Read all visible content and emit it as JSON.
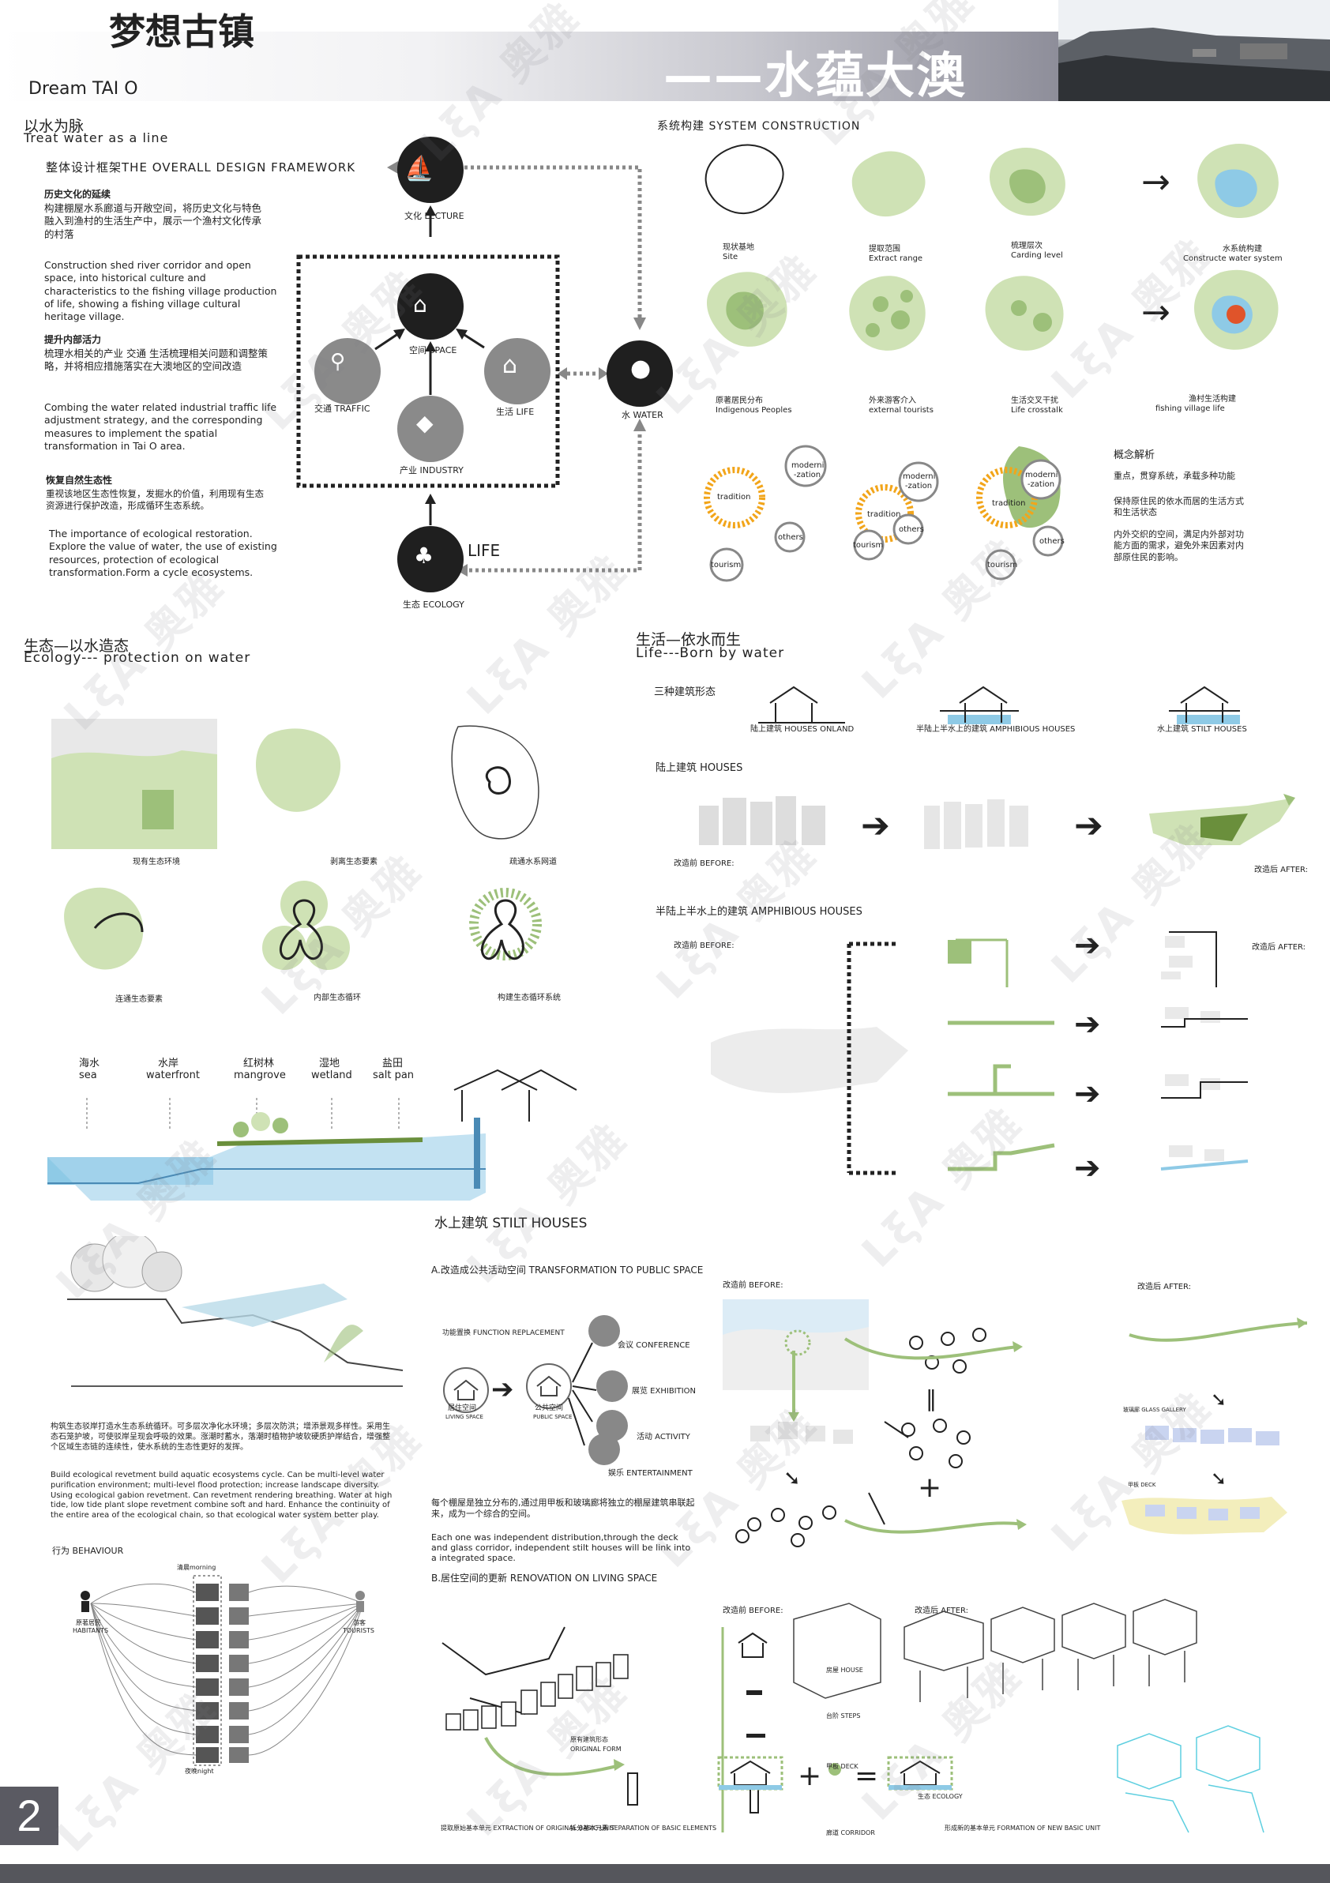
{
  "header": {
    "title_cn": "梦想古镇",
    "title_en": "Dream TAI O",
    "subtitle": "——水蕴大澳",
    "page_number": "2"
  },
  "sec1": {
    "title_cn": "以水为脉",
    "title_en": "Treat water as a line",
    "framework_title": "整体设计框架THE OVERALL DESIGN FRAMEWORK",
    "p1_cn_title": "历史文化的延续",
    "p1_cn": "构建棚屋水系廊道与开敞空间，将历史文化与特色融入到渔村的生活生产中，展示一个渔村文化传承的村落",
    "p1_en": "Construction shed river corridor and open space, into historical culture and characteristics to the fishing village production of life, showing a fishing village cultural heritage village.",
    "p2_cn_title": "提升内部活力",
    "p2_cn": "梳理水相关的产业 交通 生活梳理相关问题和调整策略，并将相应措施落实在大澳地区的空间改造",
    "p2_en": "Combing the water related industrial traffic life adjustment strategy, and the corresponding measures to implement the spatial transformation in Tai O area.",
    "p3_cn_title": "恢复自然生态性",
    "p3_cn": "重视该地区生态性恢复，发掘水的价值，利用现有生态资源进行保护改造，形成循环生态系统。",
    "p3_en": "The importance of ecological restoration. Explore the value of water, the use of existing resources, protection of ecological transformation.Form a cycle ecosystems.",
    "nodes": {
      "lecture": "文化 LECTURE",
      "space": "空间 SPACE",
      "traffic": "交通 TRAFFIC",
      "life": "生活 LIFE",
      "industry": "产业 INDUSTRY",
      "water": "水 WATER",
      "ecology": "生态 ECOLOGY",
      "life_big": "LIFE"
    }
  },
  "system": {
    "title": "系统构建 SYSTEM CONSTRUCTION",
    "site": [
      "现状基地",
      "Site"
    ],
    "extract": [
      "提取范围",
      "Extract range"
    ],
    "carding": [
      "梳理层次",
      "Carding level"
    ],
    "construct": [
      "水系统构建",
      "Constructe water system"
    ],
    "indigenous": [
      "原著居民分布",
      "Indigenous Peoples"
    ],
    "tourists": [
      "外来游客介入",
      "external tourists"
    ],
    "crosstalk": [
      "生活交叉干扰",
      "Life crosstalk"
    ],
    "fishing": [
      "渔村生活构建",
      "fishing village life"
    ],
    "concept_title": "概念解析",
    "concept_1": "重点，贯穿系统，承载多种功能",
    "concept_2": "保持原住民的依水而居的生活方式和生活状态",
    "concept_3": "内外交织的空间，满足内外部对功能方面的需求，避免外来因素对内部原住民的影响。",
    "rings": {
      "tradition": "tradition",
      "modernization": "moderni -zation",
      "others": "others",
      "tourism": "tourism"
    }
  },
  "ecology": {
    "title_cn": "生态—以水造态",
    "title_en": "Ecology--- protection on water",
    "maps": [
      "现有生态环境",
      "剥离生态要素",
      "疏通水系网道",
      "连通生态要素",
      "内部生态循环",
      "构建生态循环系统"
    ],
    "section_labels": [
      [
        "海水",
        "sea"
      ],
      [
        "水岸",
        "waterfront"
      ],
      [
        "红树林",
        "mangrove"
      ],
      [
        "湿地",
        "wetland"
      ],
      [
        "盐田",
        "salt pan"
      ]
    ]
  },
  "life": {
    "title_cn": "生活—依水而生",
    "title_en": "Life---Born by water",
    "three_forms": "三种建筑形态",
    "house_onland": "陆上建筑 HOUSES ONLAND",
    "house_amph": "半陆上半水上的建筑 AMPHIBIOUS HOUSES",
    "house_stilt": "水上建筑 STILT HOUSES",
    "houses_title": "陆上建筑 HOUSES",
    "before": "改造前 BEFORE:",
    "after": "改造后 AFTER:",
    "amph_title": "半陆上半水上的建筑 AMPHIBIOUS HOUSES"
  },
  "stilt": {
    "title": "水上建筑 STILT HOUSES",
    "a_title": "A.改造成公共活动空间 TRANSFORMATION TO PUBLIC SPACE",
    "func_replace": "功能置换 FUNCTION REPLACEMENT",
    "living_space": [
      "居住空间",
      "LIVING SPACE"
    ],
    "public_space": [
      "公共空间",
      "PUBLIC SPACE"
    ],
    "conference": "会议 CONFERENCE",
    "exhibition": "展览 EXHIBITION",
    "activity": "活动 ACTIVITY",
    "entertainment": "娱乐 ENTERTAINMENT",
    "desc_cn": "每个棚屋是独立分布的,通过用甲板和玻璃廊将独立的棚屋建筑串联起来，成为一个综合的空间。",
    "desc_en": "Each one was independent distribution,through the deck and glass corridor, independent stilt houses will be link into a integrated space.",
    "b_title": "B.居住空间的更新 RENOVATION ON LIVING SPACE",
    "before": "改造前 BEFORE:",
    "after": "改造后 AFTER:",
    "original_form": [
      "原有建筑形态",
      "ORIGINAL FORM"
    ],
    "extraction": "提取原始基本单元 EXTRACTION OF ORIGINAL BASIC UNIT",
    "separation": "拆分基本元素 SEPARATION OF BASIC ELEMENTS",
    "formation": "形成新的基本单元 FORMATION OF NEW BASIC UNIT",
    "elements": [
      "房屋 HOUSE",
      "台阶 STEPS",
      "甲板 DECK",
      "廊道 CORRIDOR"
    ],
    "eco_label": "生态 ECOLOGY",
    "glass_gallery": "玻璃廊 GLASS GALLERY",
    "deck": "甲板 DECK"
  },
  "revetment": {
    "desc_cn": "构筑生态驳岸打造水生态系统循环。可多层次净化水环境；多层次防洪；增添景观多样性。采用生态石笼护坡，可使驳岸呈现会呼吸的效果。涨潮时蓄水，落潮时植物护坡软硬质护岸结合，增强整个区域生态链的连续性，使水系统的生态性更好的发挥。",
    "desc_en": "Build ecological revetment build aquatic ecosystems cycle. Can be multi-level water purification environment; multi-level flood protection; increase landscape diversity. Using ecological gabion revetment. Can revetment rendering breathing. Water at high tide, low tide plant slope revetment combine soft and hard. Enhance the continuity of the entire area of the ecological chain, so that ecological water system better play.",
    "behaviour": "行为 BEHAVIOUR",
    "habitants": [
      "原著居民",
      "HABITANTS"
    ],
    "tourists": [
      "游客",
      "TOURISTS"
    ],
    "morning": "清晨morning",
    "night": "夜晚night"
  },
  "colors": {
    "green": "#9dc07a",
    "light_green": "#cfe2b5",
    "water_blue": "#8ecae6",
    "dark": "#222222",
    "grey_band": "#8d8d99",
    "orange": "#f2a51a",
    "red": "#e0542a"
  }
}
